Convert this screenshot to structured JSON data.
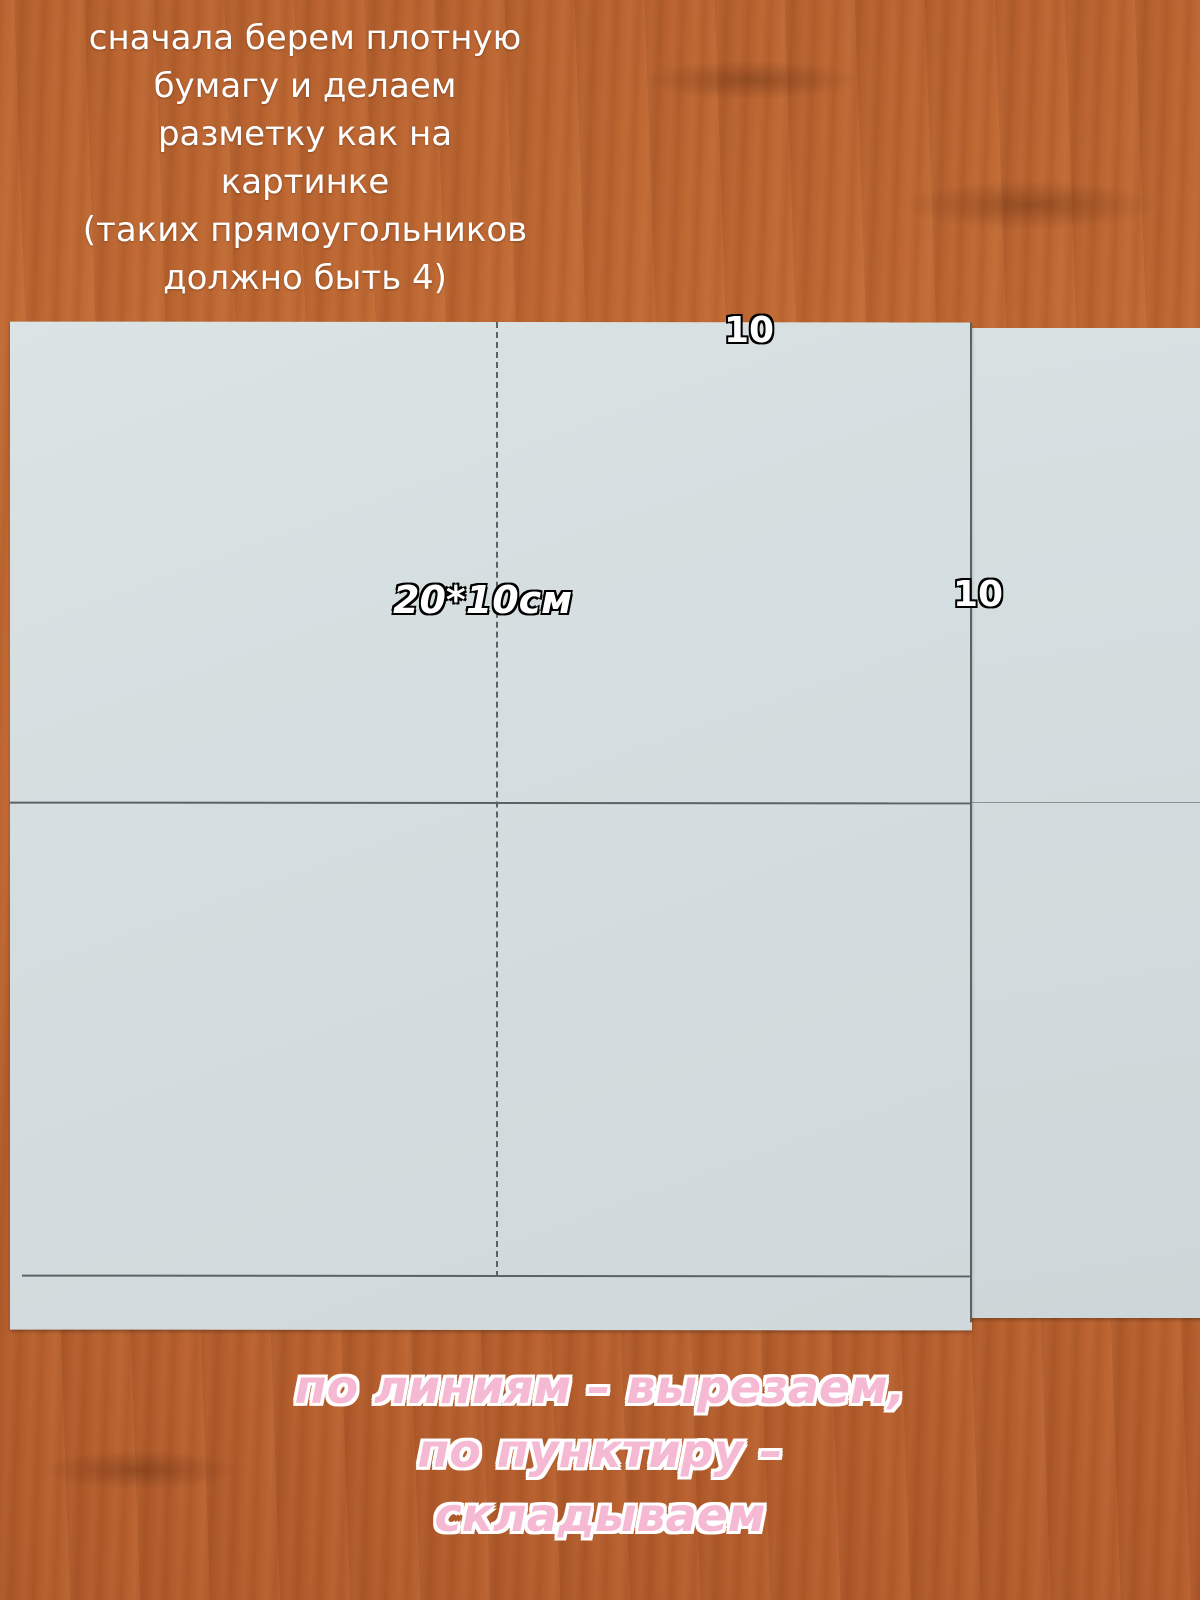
{
  "instruction_top": "сначала берем плотную\nбумагу и делаем\nразметку как на\nкартинке\n(таких прямоугольников\nдолжно быть 4)",
  "measurements": {
    "top_width": "10",
    "side_height": "10",
    "rectangle_size": "20*10см"
  },
  "instruction_bottom": "по линиям – вырезаем,\nпо пунктиру –\nскладываем",
  "colors": {
    "table": "#bd6430",
    "paper": "#d4dddf",
    "pencil_line": "#5b6264",
    "bottom_text": "#f5b9d3"
  }
}
